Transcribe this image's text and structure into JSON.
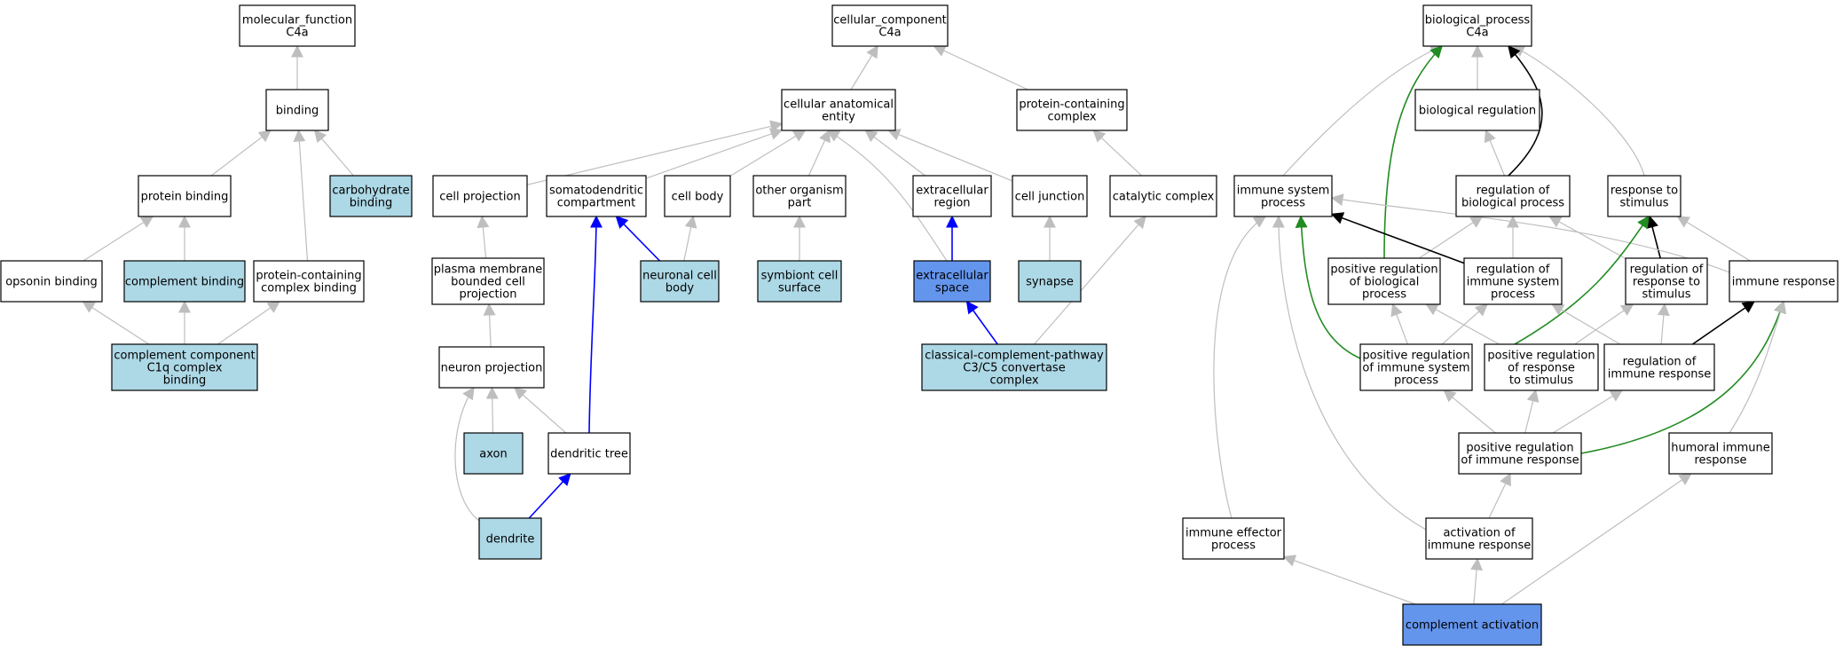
{
  "colors": {
    "node_border": "#000000",
    "node_plain": "#ffffff",
    "node_light": "#add8e6",
    "node_focus": "#6495ed",
    "edge_grey": "#bebebe",
    "edge_blue": "#0000ff",
    "edge_green": "#228b22",
    "edge_black": "#000000"
  },
  "nodes": {
    "mf": {
      "lines": [
        "molecular_function",
        "C4a"
      ],
      "style": "plain"
    },
    "binding": {
      "lines": [
        "binding"
      ],
      "style": "plain"
    },
    "protein_binding": {
      "lines": [
        "protein binding"
      ],
      "style": "plain"
    },
    "carbohydrate_binding": {
      "lines": [
        "carbohydrate",
        "binding"
      ],
      "style": "light"
    },
    "opsonin_binding": {
      "lines": [
        "opsonin binding"
      ],
      "style": "plain"
    },
    "complement_binding": {
      "lines": [
        "complement binding"
      ],
      "style": "light"
    },
    "pc_complex_binding": {
      "lines": [
        "protein-containing",
        "complex binding"
      ],
      "style": "plain"
    },
    "c1q_binding": {
      "lines": [
        "complement component",
        "C1q complex",
        "binding"
      ],
      "style": "light"
    },
    "cc": {
      "lines": [
        "cellular_component",
        "C4a"
      ],
      "style": "plain"
    },
    "cae": {
      "lines": [
        "cellular anatomical",
        "entity"
      ],
      "style": "plain"
    },
    "pc_complex": {
      "lines": [
        "protein-containing",
        "complex"
      ],
      "style": "plain"
    },
    "cell_projection": {
      "lines": [
        "cell projection"
      ],
      "style": "plain"
    },
    "somatodendritic": {
      "lines": [
        "somatodendritic",
        "compartment"
      ],
      "style": "plain"
    },
    "cell_body": {
      "lines": [
        "cell body"
      ],
      "style": "plain"
    },
    "other_organism_part": {
      "lines": [
        "other organism",
        "part"
      ],
      "style": "plain"
    },
    "extracellular_region": {
      "lines": [
        "extracellular",
        "region"
      ],
      "style": "plain"
    },
    "cell_junction": {
      "lines": [
        "cell junction"
      ],
      "style": "plain"
    },
    "catalytic_complex": {
      "lines": [
        "catalytic complex"
      ],
      "style": "plain"
    },
    "pm_projection": {
      "lines": [
        "plasma membrane",
        "bounded cell",
        "projection"
      ],
      "style": "plain"
    },
    "neuronal_cell_body": {
      "lines": [
        "neuronal cell",
        "body"
      ],
      "style": "light"
    },
    "symbiont_surface": {
      "lines": [
        "symbiont cell",
        "surface"
      ],
      "style": "light"
    },
    "extracellular_space": {
      "lines": [
        "extracellular",
        "space"
      ],
      "style": "focus"
    },
    "synapse": {
      "lines": [
        "synapse"
      ],
      "style": "light"
    },
    "neuron_projection": {
      "lines": [
        "neuron projection"
      ],
      "style": "plain"
    },
    "convertase": {
      "lines": [
        "classical-complement-pathway",
        "C3/C5 convertase",
        "complex"
      ],
      "style": "light"
    },
    "axon": {
      "lines": [
        "axon"
      ],
      "style": "light"
    },
    "dendritic_tree": {
      "lines": [
        "dendritic tree"
      ],
      "style": "plain"
    },
    "dendrite": {
      "lines": [
        "dendrite"
      ],
      "style": "light"
    },
    "bp": {
      "lines": [
        "biological_process",
        "C4a"
      ],
      "style": "plain"
    },
    "bio_regulation": {
      "lines": [
        "biological regulation"
      ],
      "style": "plain"
    },
    "immune_system_process": {
      "lines": [
        "immune system",
        "process"
      ],
      "style": "plain"
    },
    "reg_bio_process": {
      "lines": [
        "regulation of",
        "biological process"
      ],
      "style": "plain"
    },
    "response_to_stimulus": {
      "lines": [
        "response to",
        "stimulus"
      ],
      "style": "plain"
    },
    "pos_reg_bio_process": {
      "lines": [
        "positive regulation",
        "of biological",
        "process"
      ],
      "style": "plain"
    },
    "reg_immune_system_process": {
      "lines": [
        "regulation of",
        "immune system",
        "process"
      ],
      "style": "plain"
    },
    "reg_response_to_stimulus": {
      "lines": [
        "regulation of",
        "response to",
        "stimulus"
      ],
      "style": "plain"
    },
    "immune_response": {
      "lines": [
        "immune response"
      ],
      "style": "plain"
    },
    "pos_reg_immune_system_process": {
      "lines": [
        "positive regulation",
        "of immune system",
        "process"
      ],
      "style": "plain"
    },
    "pos_reg_response_to_stimulus": {
      "lines": [
        "positive regulation",
        "of response",
        "to stimulus"
      ],
      "style": "plain"
    },
    "reg_immune_response": {
      "lines": [
        "regulation of",
        "immune response"
      ],
      "style": "plain"
    },
    "pos_reg_immune_response": {
      "lines": [
        "positive regulation",
        "of immune response"
      ],
      "style": "plain"
    },
    "humoral_immune_response": {
      "lines": [
        "humoral immune",
        "response"
      ],
      "style": "plain"
    },
    "immune_effector_process": {
      "lines": [
        "immune effector",
        "process"
      ],
      "style": "plain"
    },
    "activation_immune_response": {
      "lines": [
        "activation of",
        "immune response"
      ],
      "style": "plain"
    },
    "complement_activation": {
      "lines": [
        "complement activation"
      ],
      "style": "focus"
    }
  },
  "edges": [
    {
      "from": "binding",
      "to": "mf",
      "kind": "grey"
    },
    {
      "from": "protein_binding",
      "to": "binding",
      "kind": "grey"
    },
    {
      "from": "carbohydrate_binding",
      "to": "binding",
      "kind": "grey"
    },
    {
      "from": "pc_complex_binding",
      "to": "binding",
      "kind": "grey"
    },
    {
      "from": "opsonin_binding",
      "to": "protein_binding",
      "kind": "grey"
    },
    {
      "from": "complement_binding",
      "to": "protein_binding",
      "kind": "grey"
    },
    {
      "from": "c1q_binding",
      "to": "opsonin_binding",
      "kind": "grey"
    },
    {
      "from": "c1q_binding",
      "to": "complement_binding",
      "kind": "grey"
    },
    {
      "from": "c1q_binding",
      "to": "pc_complex_binding",
      "kind": "grey"
    },
    {
      "from": "cae",
      "to": "cc",
      "kind": "grey"
    },
    {
      "from": "pc_complex",
      "to": "cc",
      "kind": "grey"
    },
    {
      "from": "cell_projection",
      "to": "cae",
      "kind": "grey"
    },
    {
      "from": "somatodendritic",
      "to": "cae",
      "kind": "grey"
    },
    {
      "from": "cell_body",
      "to": "cae",
      "kind": "grey"
    },
    {
      "from": "other_organism_part",
      "to": "cae",
      "kind": "grey"
    },
    {
      "from": "extracellular_region",
      "to": "cae",
      "kind": "grey"
    },
    {
      "from": "cell_junction",
      "to": "cae",
      "kind": "grey"
    },
    {
      "from": "extracellular_space",
      "to": "cae",
      "kind": "grey"
    },
    {
      "from": "catalytic_complex",
      "to": "pc_complex",
      "kind": "grey"
    },
    {
      "from": "pm_projection",
      "to": "cell_projection",
      "kind": "grey"
    },
    {
      "from": "neuronal_cell_body",
      "to": "somatodendritic",
      "kind": "blue"
    },
    {
      "from": "neuronal_cell_body",
      "to": "cell_body",
      "kind": "grey"
    },
    {
      "from": "symbiont_surface",
      "to": "other_organism_part",
      "kind": "grey"
    },
    {
      "from": "extracellular_space",
      "to": "extracellular_region",
      "kind": "blue"
    },
    {
      "from": "synapse",
      "to": "cell_junction",
      "kind": "grey"
    },
    {
      "from": "convertase",
      "to": "extracellular_space",
      "kind": "blue"
    },
    {
      "from": "convertase",
      "to": "catalytic_complex",
      "kind": "grey"
    },
    {
      "from": "neuron_projection",
      "to": "pm_projection",
      "kind": "grey"
    },
    {
      "from": "axon",
      "to": "neuron_projection",
      "kind": "grey"
    },
    {
      "from": "dendritic_tree",
      "to": "neuron_projection",
      "kind": "grey"
    },
    {
      "from": "dendritic_tree",
      "to": "somatodendritic",
      "kind": "blue"
    },
    {
      "from": "dendrite",
      "to": "dendritic_tree",
      "kind": "blue"
    },
    {
      "from": "dendrite",
      "to": "neuron_projection",
      "kind": "grey"
    },
    {
      "from": "bio_regulation",
      "to": "bp",
      "kind": "grey"
    },
    {
      "from": "immune_system_process",
      "to": "bp",
      "kind": "grey"
    },
    {
      "from": "response_to_stimulus",
      "to": "bp",
      "kind": "grey"
    },
    {
      "from": "reg_bio_process",
      "to": "bio_regulation",
      "kind": "grey"
    },
    {
      "from": "reg_bio_process",
      "to": "bp",
      "kind": "black"
    },
    {
      "from": "pos_reg_bio_process",
      "to": "reg_bio_process",
      "kind": "grey"
    },
    {
      "from": "pos_reg_bio_process",
      "to": "bp",
      "kind": "green"
    },
    {
      "from": "reg_immune_system_process",
      "to": "reg_bio_process",
      "kind": "grey"
    },
    {
      "from": "reg_immune_system_process",
      "to": "immune_system_process",
      "kind": "black"
    },
    {
      "from": "reg_response_to_stimulus",
      "to": "reg_bio_process",
      "kind": "grey"
    },
    {
      "from": "reg_response_to_stimulus",
      "to": "response_to_stimulus",
      "kind": "black"
    },
    {
      "from": "immune_response",
      "to": "immune_system_process",
      "kind": "grey"
    },
    {
      "from": "immune_response",
      "to": "response_to_stimulus",
      "kind": "grey"
    },
    {
      "from": "pos_reg_immune_system_process",
      "to": "pos_reg_bio_process",
      "kind": "grey"
    },
    {
      "from": "pos_reg_immune_system_process",
      "to": "reg_immune_system_process",
      "kind": "grey"
    },
    {
      "from": "pos_reg_immune_system_process",
      "to": "immune_system_process",
      "kind": "green"
    },
    {
      "from": "pos_reg_response_to_stimulus",
      "to": "pos_reg_bio_process",
      "kind": "grey"
    },
    {
      "from": "pos_reg_response_to_stimulus",
      "to": "reg_response_to_stimulus",
      "kind": "grey"
    },
    {
      "from": "pos_reg_response_to_stimulus",
      "to": "response_to_stimulus",
      "kind": "green"
    },
    {
      "from": "reg_immune_response",
      "to": "reg_immune_system_process",
      "kind": "grey"
    },
    {
      "from": "reg_immune_response",
      "to": "reg_response_to_stimulus",
      "kind": "grey"
    },
    {
      "from": "reg_immune_response",
      "to": "immune_response",
      "kind": "black"
    },
    {
      "from": "pos_reg_immune_response",
      "to": "pos_reg_immune_system_process",
      "kind": "grey"
    },
    {
      "from": "pos_reg_immune_response",
      "to": "pos_reg_response_to_stimulus",
      "kind": "grey"
    },
    {
      "from": "pos_reg_immune_response",
      "to": "reg_immune_response",
      "kind": "grey"
    },
    {
      "from": "pos_reg_immune_response",
      "to": "immune_response",
      "kind": "green"
    },
    {
      "from": "humoral_immune_response",
      "to": "immune_response",
      "kind": "grey"
    },
    {
      "from": "immune_effector_process",
      "to": "immune_system_process",
      "kind": "grey"
    },
    {
      "from": "activation_immune_response",
      "to": "pos_reg_immune_response",
      "kind": "grey"
    },
    {
      "from": "activation_immune_response",
      "to": "immune_system_process",
      "kind": "grey"
    },
    {
      "from": "complement_activation",
      "to": "immune_effector_process",
      "kind": "grey"
    },
    {
      "from": "complement_activation",
      "to": "activation_immune_response",
      "kind": "grey"
    },
    {
      "from": "complement_activation",
      "to": "humoral_immune_response",
      "kind": "grey"
    }
  ]
}
